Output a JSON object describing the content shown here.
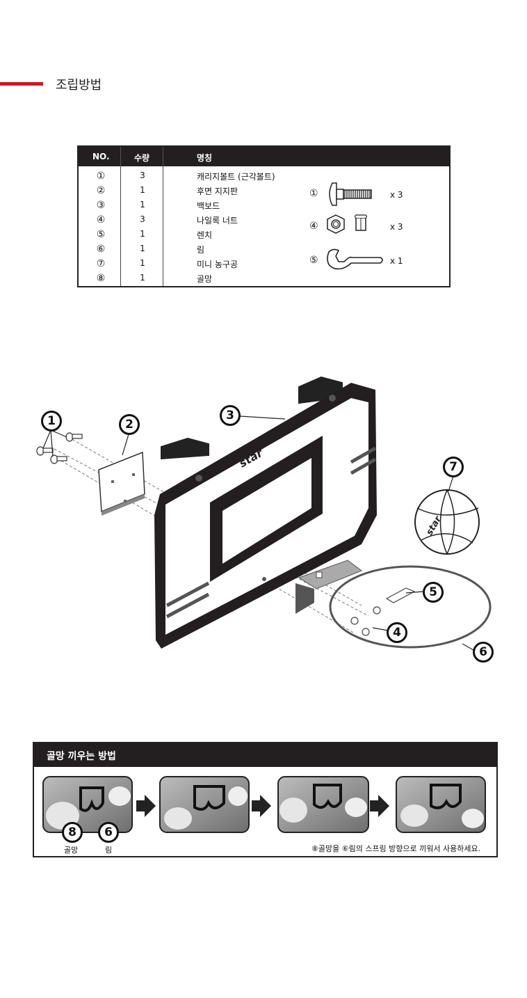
{
  "section": {
    "title": "조립방법"
  },
  "colors": {
    "accent": "#d6141d",
    "header_bg": "#231f20"
  },
  "parts_table": {
    "headers": [
      "NO.",
      "수량",
      "명칭"
    ],
    "rows": [
      {
        "no": "①",
        "qty": "3",
        "name": "캐리지볼트 (근각볼트)"
      },
      {
        "no": "②",
        "qty": "1",
        "name": "후면 지지판"
      },
      {
        "no": "③",
        "qty": "1",
        "name": "백보드"
      },
      {
        "no": "④",
        "qty": "3",
        "name": "나일록 너트"
      },
      {
        "no": "⑤",
        "qty": "1",
        "name": "렌치"
      },
      {
        "no": "⑥",
        "qty": "1",
        "name": "림"
      },
      {
        "no": "⑦",
        "qty": "1",
        "name": "미니 농구공"
      },
      {
        "no": "⑧",
        "qty": "1",
        "name": "골망"
      }
    ],
    "hardware": [
      {
        "no": "①",
        "count": "x 3",
        "icon": "carriage-bolt-icon"
      },
      {
        "no": "④",
        "count": "x 3",
        "icon": "nylock-nut-icon"
      },
      {
        "no": "⑤",
        "count": "x 1",
        "icon": "wrench-icon"
      }
    ]
  },
  "diagram": {
    "callouts": [
      "1",
      "2",
      "3",
      "4",
      "5",
      "6",
      "7"
    ],
    "brand": "star"
  },
  "net_guide": {
    "title": "골망 끼우는 방법",
    "label_8": "8",
    "label_6": "6",
    "caption_net": "골망",
    "caption_rim": "림",
    "instruction": "⑧골망을 ⑥림의 스프링 방향으로 끼워서 사용하세요."
  }
}
